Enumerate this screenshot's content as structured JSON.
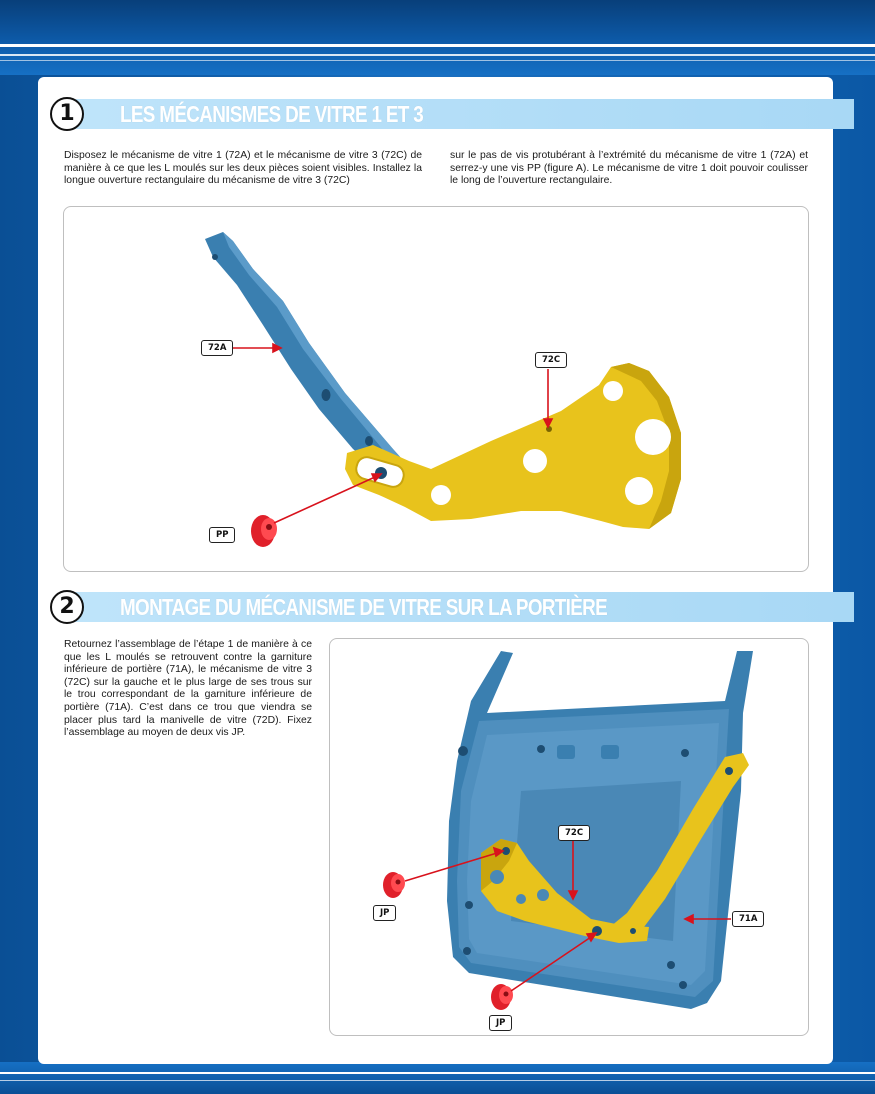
{
  "steps": [
    {
      "number": "1",
      "title": "LES MÉCANISMES DE VITRE 1 ET 3",
      "text_col1": "Disposez le mécanisme de vitre 1 (72A) et le mécanisme de vitre 3 (72C) de manière à ce que les L moulés sur les deux pièces soient visibles. Installez la longue ouverture rectangulaire du mécanisme de vitre 3 (72C)",
      "text_col2": "sur le pas de vis protubérant à l’extrémité du mécanisme de vitre 1 (72A) et serrez-y une vis PP (figure A). Le mécanisme de vitre 1 doit pouvoir coulisser le long de l’ouverture rectangulaire.",
      "labels": {
        "part_72a": "72A",
        "part_72c": "72C",
        "screw_pp": "PP"
      }
    },
    {
      "number": "2",
      "title": "MONTAGE DU MÉCANISME DE VITRE SUR LA PORTIÈRE",
      "text": "Retournez l’assemblage de l’étape 1 de manière à ce que les L moulés se retrouvent contre la garniture inférieure de portière (71A), le mécanisme de vitre 3 (72C) sur la gauche et le plus large de ses trous sur le trou correspondant de la garniture inférieure de portière (71A). C’est dans ce trou que viendra se placer plus tard la manivelle de vitre (72D). Fixez l’assemblage au moyen de deux vis JP.",
      "labels": {
        "part_72c": "72C",
        "part_71a": "71A",
        "screw_jp_top": "JP",
        "screw_jp_bottom": "JP"
      }
    }
  ],
  "colors": {
    "frame_blue": "#0d5aa8",
    "header_bar": "#a8d8f5",
    "part_blue": "#3a7fb0",
    "part_yellow": "#e8c31c",
    "screw_red": "#e0202a",
    "arrow_red": "#d8121c"
  }
}
